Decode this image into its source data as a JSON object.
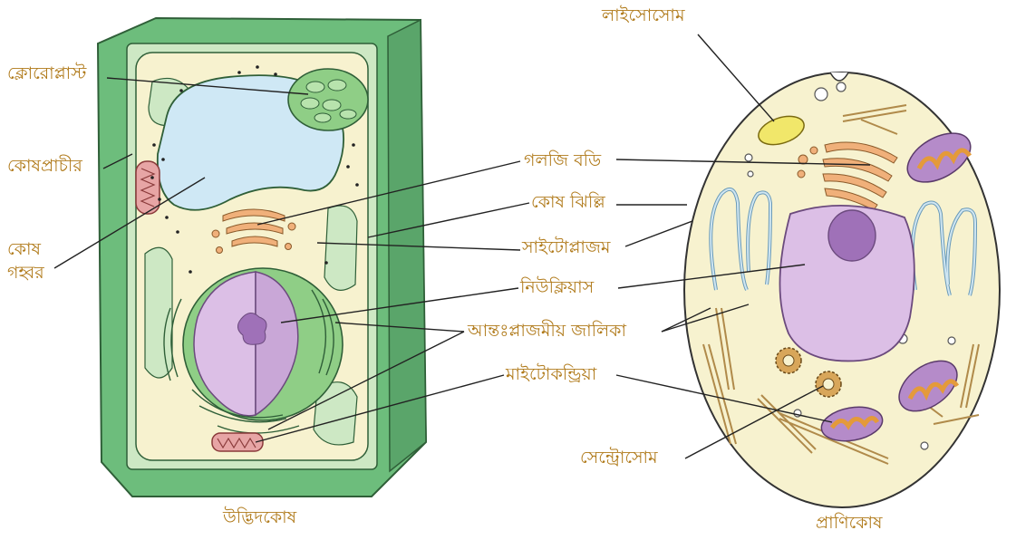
{
  "colors": {
    "label_text": "#b07a1a",
    "leader_line": "#222222",
    "cell_wall": "#6dbd7c",
    "cytoplasm": "#f7f2cf",
    "vacuole": "#cfe8f5",
    "nucleus": "#dcbfe6",
    "nucleolus": "#9f71b8",
    "chloroplast": "#8fce86",
    "golgi": "#f0b07a",
    "mitochondrion": "#b58bc9",
    "lysosome": "#f1e76a"
  },
  "labels": {
    "chloroplast": "ক্লোরোপ্লাস্ট",
    "cell_wall": "কোষপ্রাচীর",
    "vacuole_line1": "কোষ",
    "vacuole_line2": "গহ্বর",
    "lysosome": "লাইসোসোম",
    "golgi": "গলজি বডি",
    "cell_membrane": "কোষ ঝিল্লি",
    "cytoplasm": "সাইটোপ্লাজম",
    "nucleus": "নিউক্লিয়াস",
    "er": "আন্তঃপ্লাজমীয় জালিকা",
    "mitochondria": "মাইটোকন্ড্রিয়া",
    "centrosome": "সেন্ট্রোসোম"
  },
  "captions": {
    "plant_cell": "উদ্ভিদকোষ",
    "animal_cell": "প্রাণিকোষ"
  }
}
